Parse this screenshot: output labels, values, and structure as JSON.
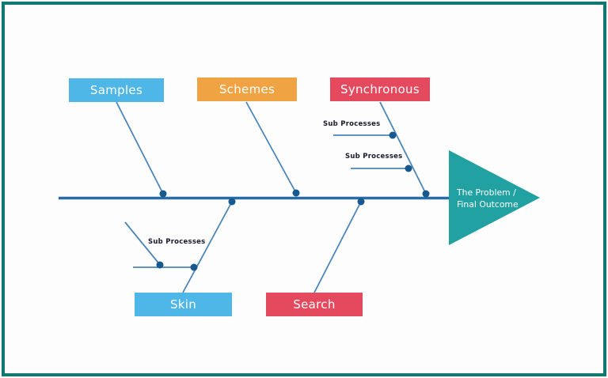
{
  "diagram": {
    "type": "fishbone",
    "top_categories": [
      {
        "label": "Samples",
        "color": "blue"
      },
      {
        "label": "Schemes",
        "color": "orange"
      },
      {
        "label": "Synchronous",
        "color": "red"
      }
    ],
    "bottom_categories": [
      {
        "label": "Skin",
        "color": "blue"
      },
      {
        "label": "Search",
        "color": "red"
      }
    ],
    "sub_process_labels": [
      "Sub Processes",
      "Sub Processes",
      "Sub Processes"
    ],
    "outcome": {
      "line1": "The Problem /",
      "line2": "Final Outcome"
    }
  },
  "colors": {
    "frame-teal": "#107a72",
    "box-blue": "#4fb6e8",
    "box-orange": "#f0a343",
    "box-red": "#e5495e",
    "arrow-teal": "#21a1a1",
    "spine-blue": "#2a6ca5",
    "branch-blue": "#4c85b8",
    "dot-blue": "#17598f",
    "sub-label-ink": "#1b1b2e"
  }
}
